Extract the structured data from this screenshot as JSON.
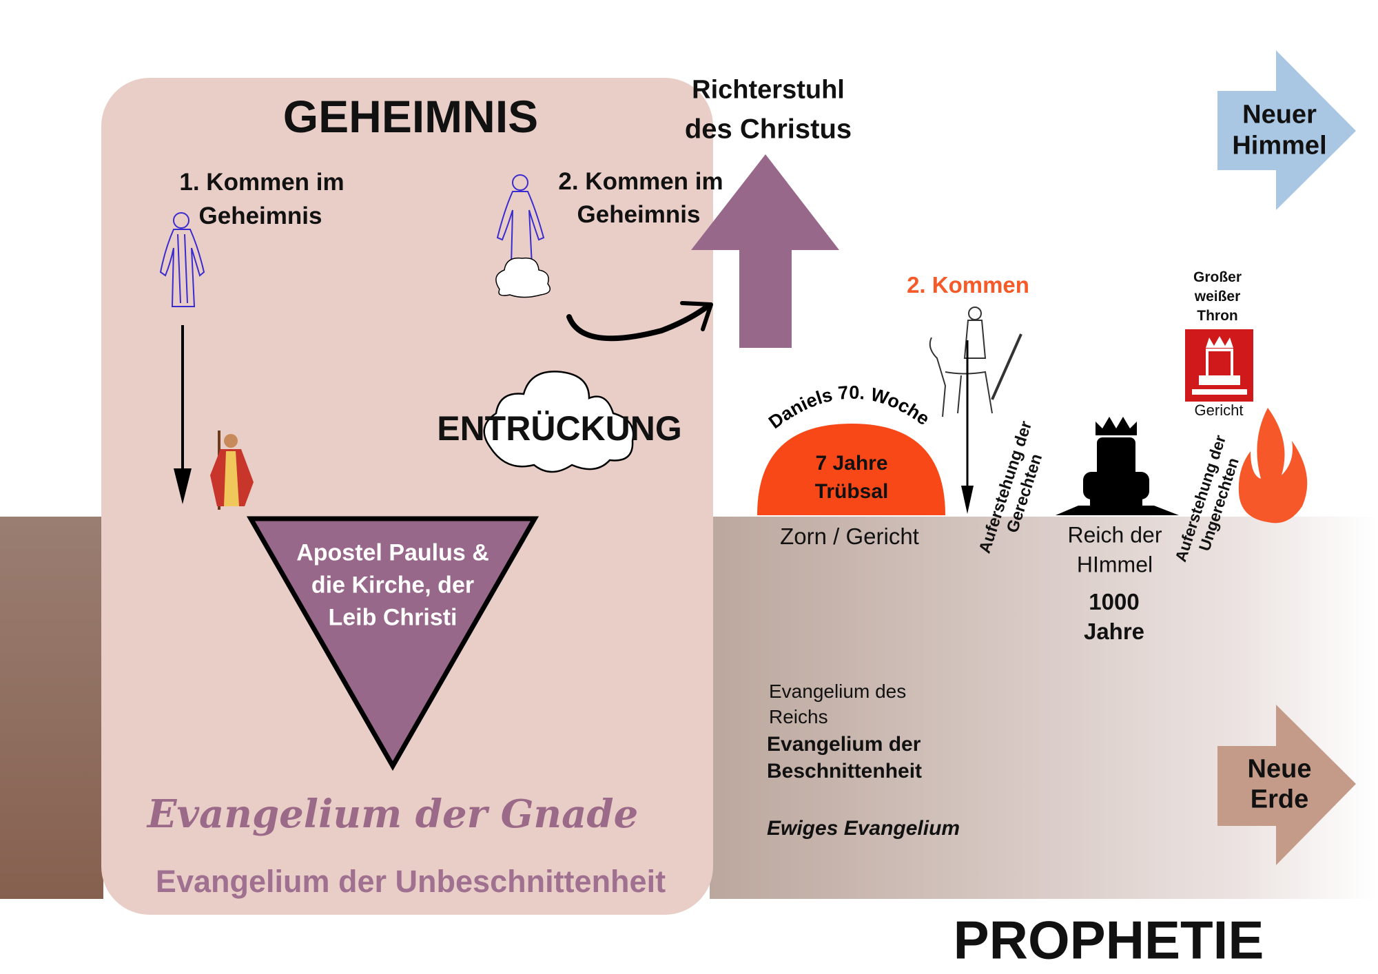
{
  "colors": {
    "panel": "#e9cdc7",
    "purple": "#98688a",
    "orange": "#f84818",
    "sky": "#a9c6e2",
    "earth": "#c49a88",
    "gospel_grace": "#9b6a88"
  },
  "mystery": {
    "title": "GEHEIMNIS",
    "first_coming": [
      "1. Kommen im",
      "Geheimnis"
    ],
    "second_coming": [
      "2. Kommen im",
      "Geheimnis"
    ],
    "rapture": "ENTRÜCKUNG",
    "triangle": [
      "Apostel Paulus &",
      "die Kirche, der",
      "Leib Christi"
    ],
    "gospel_grace": "Evangelium der Gnade",
    "gospel_uncircumcision": "Evangelium der Unbeschnittenheit"
  },
  "judgment_seat": [
    "Richterstuhl",
    "des Christus"
  ],
  "prophecy": {
    "title": "PROPHETIE",
    "daniel": "Daniels 70. Woche",
    "tribulation": [
      "7 Jahre",
      "Trübsal"
    ],
    "wrath": "Zorn / Gericht",
    "second_coming": "2. Kommen",
    "resurrection_righteous": [
      "Auferstehung der",
      "Gerechten"
    ],
    "kingdom": [
      "Reich der",
      "HImmel"
    ],
    "millennium": [
      "1000",
      "Jahre"
    ],
    "great_white_throne": [
      "Großer",
      "weißer",
      "Thron"
    ],
    "judgment": "Gericht",
    "resurrection_unrighteous": [
      "Auferstehung der",
      "Ungerechten"
    ],
    "gospel_kingdom": [
      "Evangelium des",
      "Reichs"
    ],
    "gospel_circumcision": [
      "Evangelium der",
      "Beschnittenheit"
    ],
    "gospel_eternal": "Ewiges Evangelium",
    "new_heaven": [
      "Neuer",
      "Himmel"
    ],
    "new_earth": [
      "Neue",
      "Erde"
    ]
  }
}
